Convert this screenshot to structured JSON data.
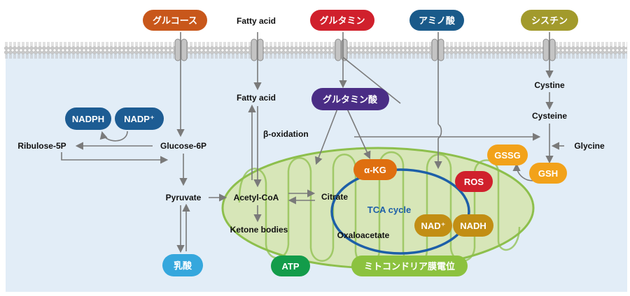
{
  "transporters": {
    "glucose": "グルコース",
    "fatty_acid": "Fatty acid",
    "glutamine": "グルタミン",
    "amino_acid": "アミノ酸",
    "cystine": "シスチン"
  },
  "cytosol": {
    "nadph": "NADPH",
    "nadp_plus": "NADP⁺",
    "ribulose_5p": "Ribulose-5P",
    "glucose_6p": "Glucose-6P",
    "pyruvate": "Pyruvate",
    "lactate": "乳酸",
    "fatty_acid": "Fatty acid",
    "beta_oxidation": "β-oxidation",
    "acetyl_coa": "Acetyl-CoA",
    "ketone_bodies": "Ketone bodies",
    "glutamate": "グルタミン酸",
    "cystine": "Cystine",
    "cysteine": "Cysteine",
    "glycine": "Glycine",
    "gssg": "GSSG",
    "gsh": "GSH",
    "ros": "ROS"
  },
  "mitochondria": {
    "citrate": "Citrate",
    "alpha_kg": "α-KG",
    "tca_cycle": "TCA cycle",
    "oxaloacetate": "Oxaloacetate",
    "nad_plus": "NAD⁺",
    "nadh": "NADH",
    "atp": "ATP",
    "membrane_potential": "ミトコンドリア膜電位"
  },
  "colors": {
    "glucose": "#c8571b",
    "glutamine": "#d0202c",
    "amino_acid": "#1a5a8a",
    "cystine": "#a29a2c",
    "glutamate": "#4a2d85",
    "nadph": "#1d5c93",
    "lactate": "#35a7dd",
    "atp": "#139c4a",
    "membrane_potential": "#8cc23f",
    "alpha_kg": "#df6f10",
    "ros": "#d0202c",
    "nad": "#c28e14",
    "gssg": "#f2a21a",
    "cytosol": "#e2edf7",
    "mito_fill": "#d7e6b8",
    "mito_stroke": "#8dbf4c",
    "tca_ring": "#1d5fa8"
  }
}
